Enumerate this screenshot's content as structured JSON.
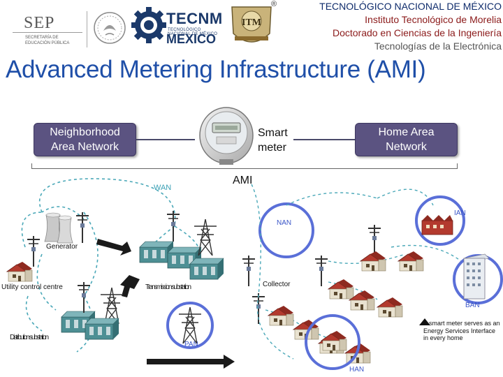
{
  "header": {
    "sep_logo": "SEP",
    "sep_subtitle": "SECRETARÍA DE EDUCACIÓN PÚBLICA",
    "tecnm_logo": "TECNM",
    "tecnm_subtitle": "TECNOLÓGICO NACIONAL DE MÉXICO",
    "tecnm_country": "MEXICO",
    "itm_logo": "ITM",
    "registered_mark": "®",
    "line1": "TECNOLÓGICO NACIONAL DE MÉXICO",
    "line2": "Instituto Tecnológico de Morelia",
    "line3": "Doctorado en Ciencias de la Ingeniería",
    "line4": "Tecnologías de la Electrónica"
  },
  "title": "Advanced Metering Infrastructure (AMI)",
  "flow": {
    "left_box": "Neighborhood Area Network",
    "meter_label": "Smart meter",
    "right_box": "Home Area Network",
    "bracket_label": "AMI"
  },
  "diagram": {
    "wan": "WAN",
    "nan": "NAN",
    "ian": "IAN",
    "ban": "BAN",
    "pan": "PAN",
    "han": "HAN",
    "generator": "Generator",
    "utility_control_centre": "Utility control centre",
    "transmission_substation": "Transmission substation",
    "collector": "Collector",
    "distribution_substation": "Distribution substation",
    "smart_meter_note": "A smart meter serves as an Energy Services Interface in every home"
  },
  "colors": {
    "title_blue": "#1f4fa8",
    "box_purple": "#5b5381",
    "network_blue": "#5a6fd8",
    "dashed_teal": "#4aa8b8",
    "house_red": "#b33a2e",
    "substation_teal": "#4d8f94"
  }
}
